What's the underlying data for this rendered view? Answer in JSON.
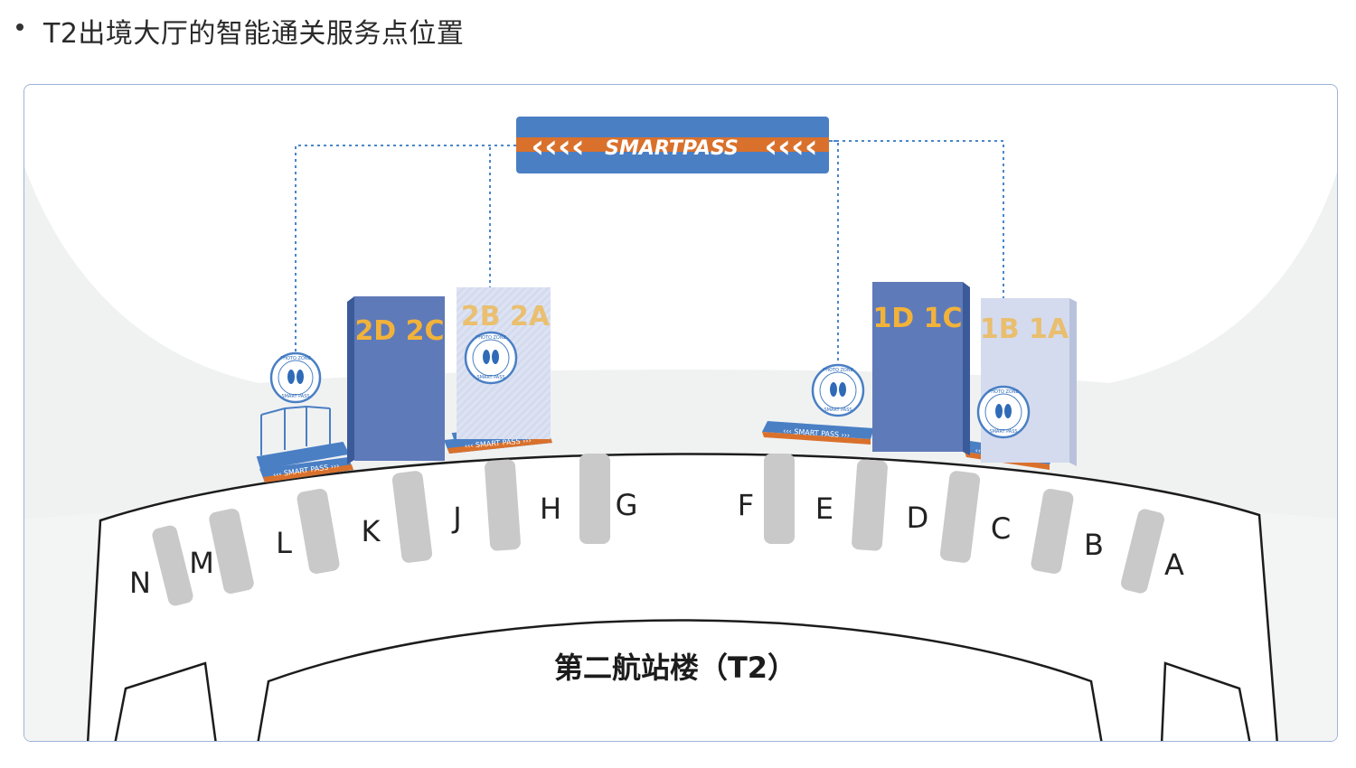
{
  "heading": {
    "text": "T2出境大厅的智能通关服务点位置"
  },
  "banner": {
    "text": "SMARTPASS",
    "arrows_left": "‹‹‹‹",
    "arrows_right": "‹‹‹‹"
  },
  "counters": [
    {
      "label": "2D 2C",
      "style": "dark"
    },
    {
      "label": "2B 2A",
      "style": "light"
    },
    {
      "label": "1D 1C",
      "style": "dark"
    },
    {
      "label": "1B 1A",
      "style": "light"
    }
  ],
  "photo_zone": {
    "top_text": "PHOTO ZONE",
    "bottom_text": "SMART PASS"
  },
  "floor_strip_text": "‹‹‹ SMART PASS ›››",
  "gates": [
    "N",
    "M",
    "L",
    "K",
    "J",
    "H",
    "G",
    "F",
    "E",
    "D",
    "C",
    "B",
    "A"
  ],
  "terminal_label": "第二航站楼（T2）",
  "colors": {
    "banner_blue": "#4a7fc4",
    "banner_orange": "#d9712c",
    "counter_dark": "#5f7ab8",
    "counter_light": "#d4dbee",
    "counter_text": "#f2b23a",
    "dotted_line": "#4a86c8",
    "gate_gray": "#c9c9c9"
  }
}
